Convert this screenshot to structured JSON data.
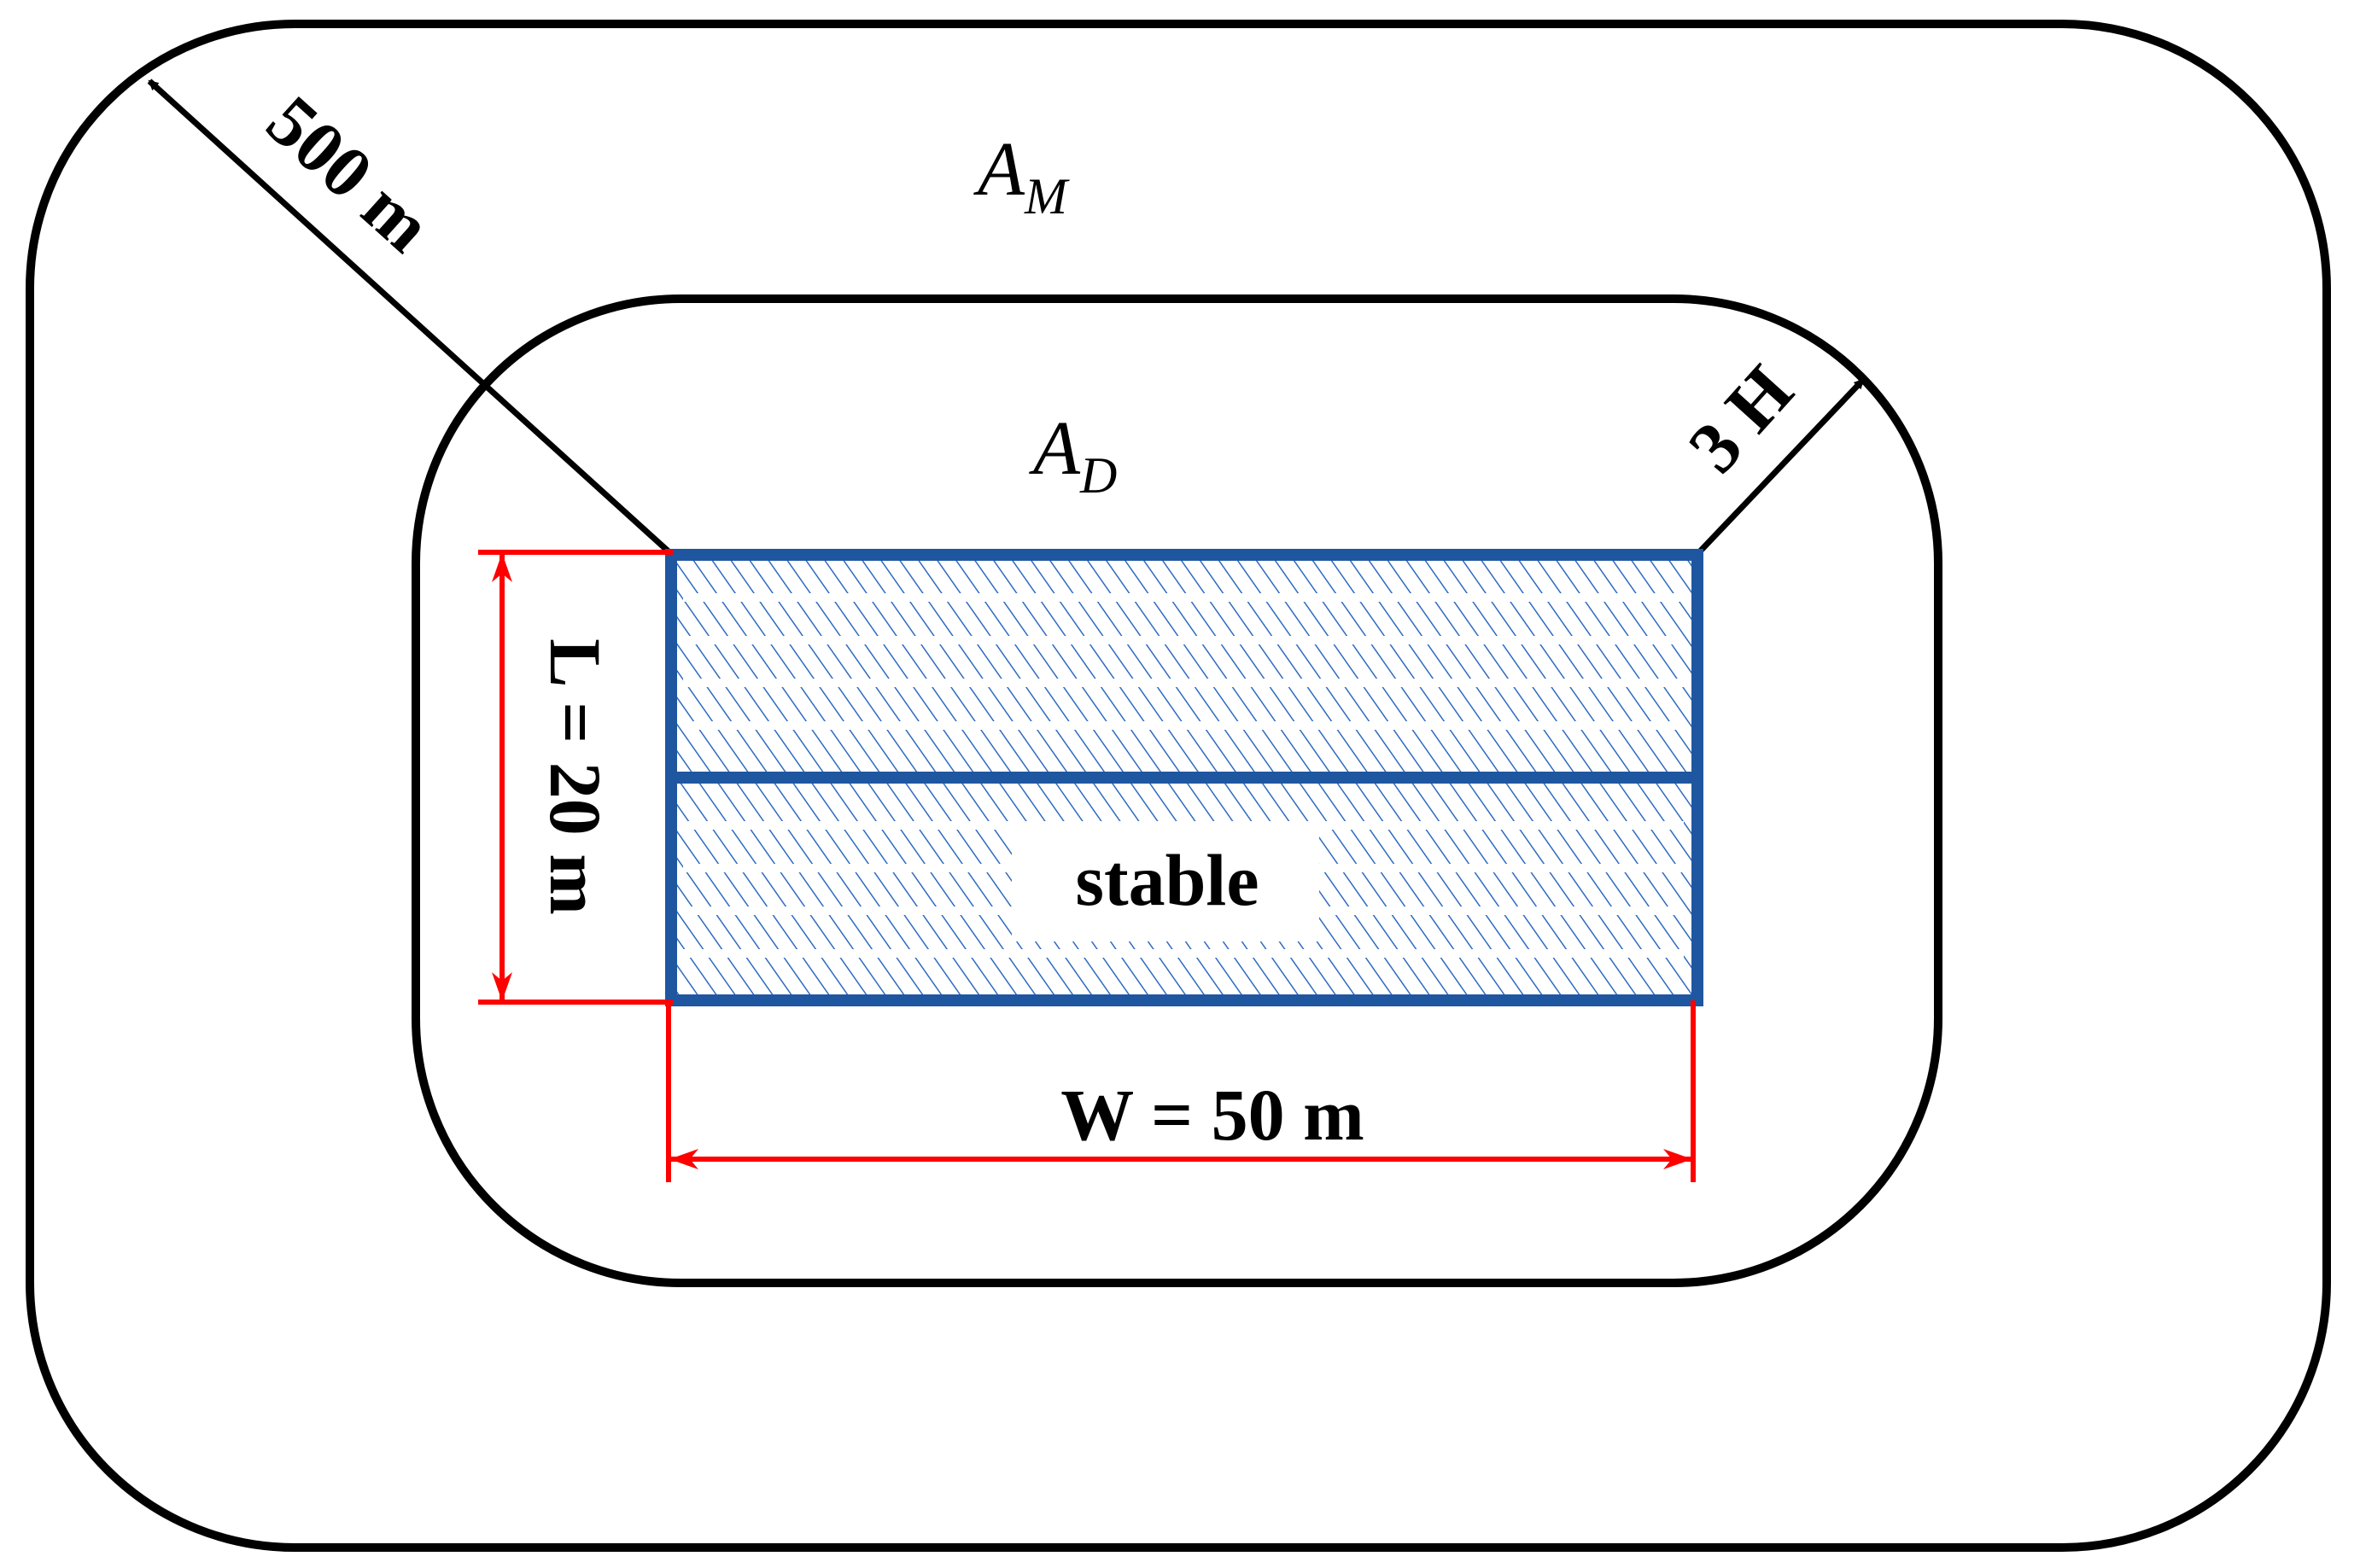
{
  "labels": {
    "radius_outer": "500 m",
    "area_outer": "A",
    "area_outer_sub": "M",
    "area_inner": "A",
    "area_inner_sub": "D",
    "radius_inner": "3 H",
    "length": "L = 20 m",
    "width": "W = 50 m",
    "stable": "stable"
  },
  "colors": {
    "boundary": "#000000",
    "pit_outline": "#1f56a0",
    "pit_hatch": "#2e6bc0",
    "dimension": "#ff0000"
  }
}
